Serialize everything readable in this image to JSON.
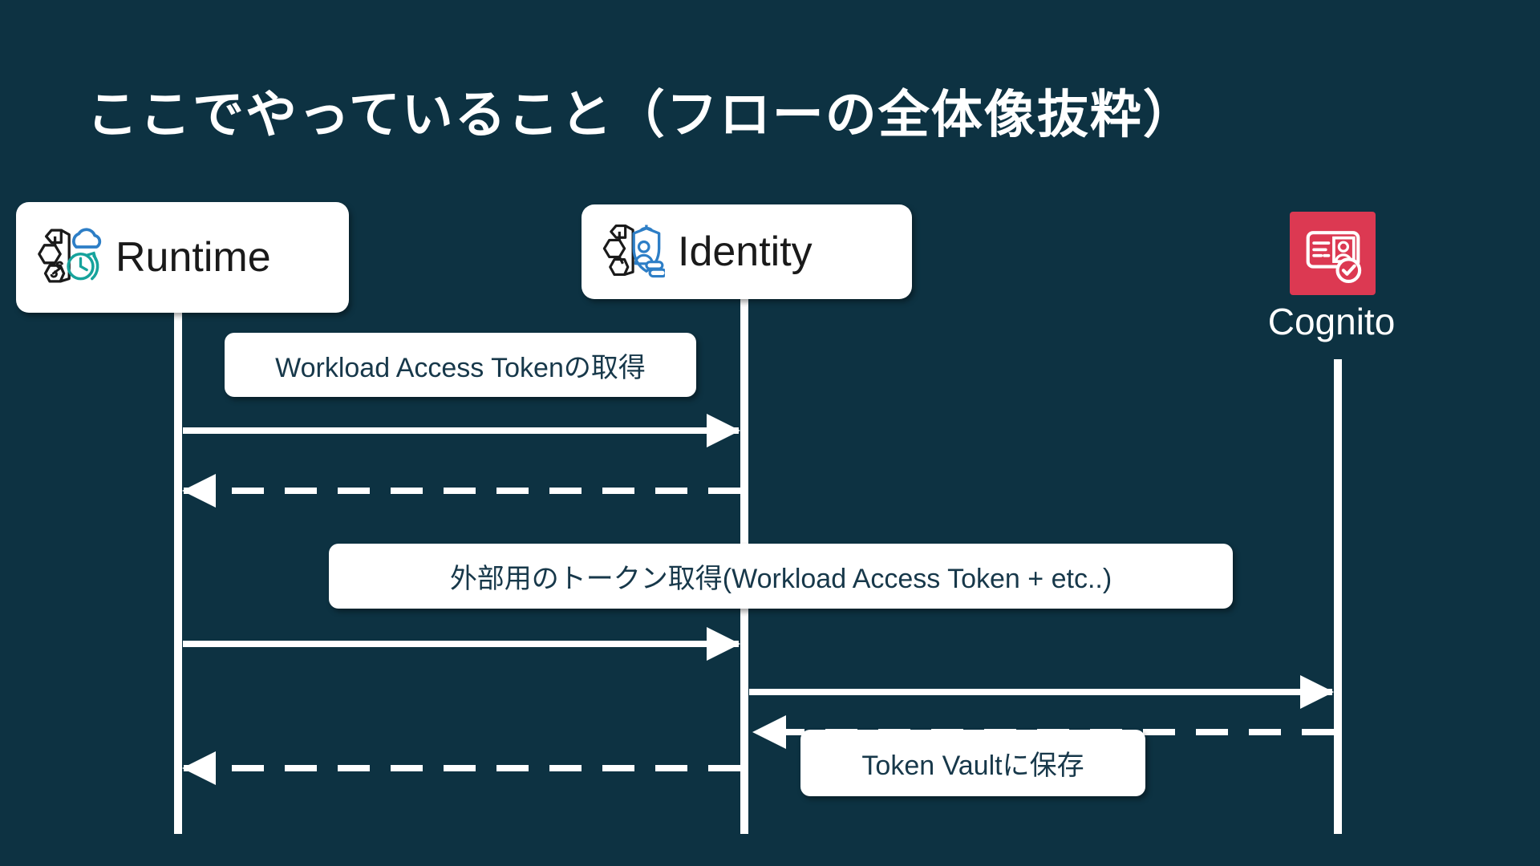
{
  "slide": {
    "title": "ここでやっていること（フローの全体像抜粋）"
  },
  "colors": {
    "background": "#0D3242",
    "lifeline": "#FFFFFF",
    "arrow": "#FFFFFF",
    "message_text": "#17384A",
    "actor_text": "#1A1A1A",
    "cognito_red": "#DC3952",
    "icon_blue": "#2D7EC6",
    "icon_teal": "#16A39C",
    "icon_black": "#1A1A1A"
  },
  "actors": [
    {
      "label": "Runtime",
      "icon": "agentcore-runtime-icon"
    },
    {
      "label": "Identity",
      "icon": "agentcore-identity-icon"
    },
    {
      "label": "Cognito",
      "icon": "cognito-icon"
    }
  ],
  "messages": [
    {
      "label": "Workload Access Tokenの取得",
      "from": "Runtime",
      "to": "Identity",
      "line": "solid"
    },
    {
      "label": "",
      "from": "Identity",
      "to": "Runtime",
      "line": "dashed"
    },
    {
      "label": "外部用のトークン取得(Workload Access Token + etc..)",
      "from": "Runtime",
      "to": "Identity",
      "line": "solid"
    },
    {
      "label": "",
      "from": "Identity",
      "to": "Cognito",
      "line": "solid"
    },
    {
      "label": "Token Vaultに保存",
      "from": "Cognito",
      "to": "Identity",
      "line": "dashed"
    },
    {
      "label": "",
      "from": "Identity",
      "to": "Runtime",
      "line": "dashed"
    }
  ]
}
